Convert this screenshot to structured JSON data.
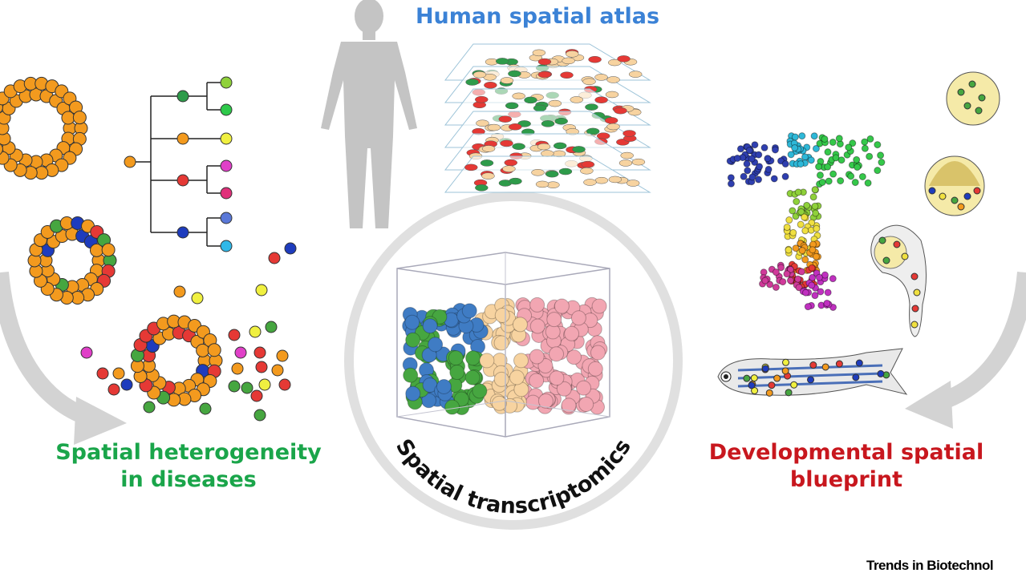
{
  "labels": {
    "human_atlas": "Human spatial atlas",
    "spatial_heterogeneity": "Spatial heterogeneity",
    "in_diseases": "in diseases",
    "developmental": "Developmental spatial",
    "blueprint": "blueprint",
    "spatial_transcriptomics": "Spatial transcriptomics",
    "journal": "Trends in Biotechnol"
  },
  "colors": {
    "atlas_title": "#3b82d6",
    "disease_title": "#1aa54a",
    "dev_title": "#c8171e",
    "arrow": "#d3d3d3",
    "cell_orange": "#f39a1e",
    "cell_blue": "#3f7cc4",
    "cell_green": "#46a640",
    "cell_peach": "#f7d3a0",
    "cell_pink": "#f2a6b2",
    "silhouette": "#c4c4c4"
  },
  "icons": {
    "human": "human-silhouette-icon",
    "cube": "transcriptomics-cube-icon",
    "tree": "lineage-tree-icon",
    "zebrafish": "zebrafish-icon",
    "embryo": "embryo-icon"
  }
}
